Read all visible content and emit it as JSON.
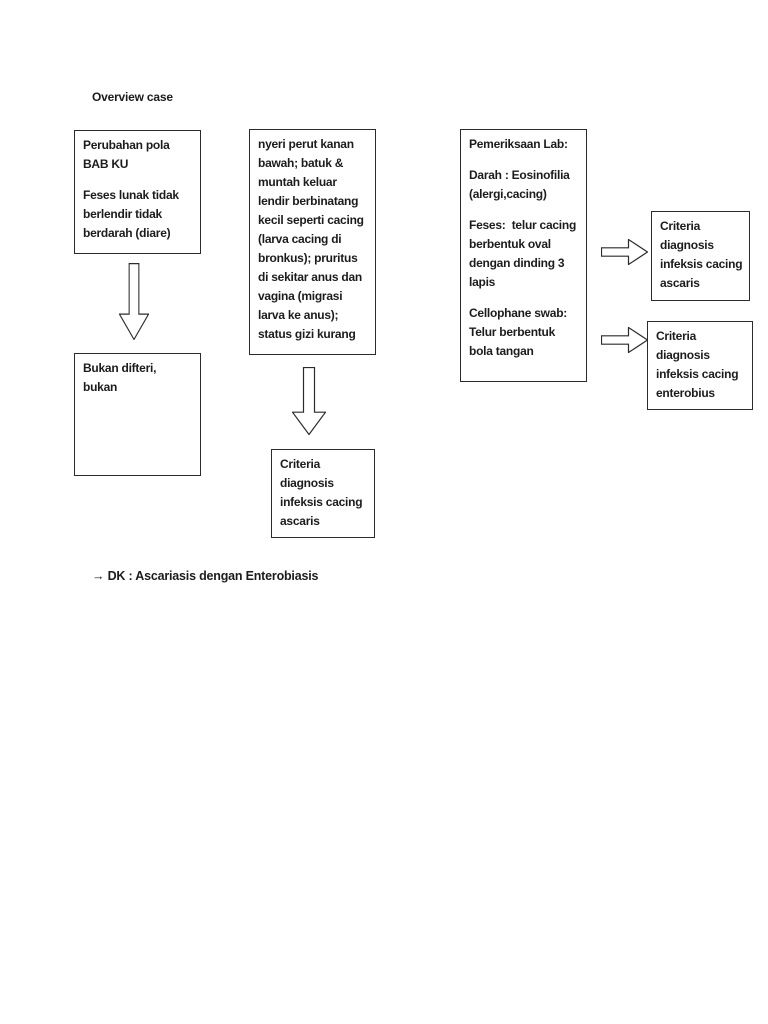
{
  "page": {
    "heading": "Overview case",
    "conclusion": "→ DK : Ascariasis dengan Enterobiasis"
  },
  "boxes": {
    "symptoms_bab": {
      "p1": "Perubahan pola\nBAB KU",
      "p2": "Feses lunak tidak\nberlendir tidak\nberdarah (diare)"
    },
    "not_diphtheria": {
      "p1": "Bukan difteri,\nbukan"
    },
    "symptoms_detail": {
      "p1": "nyeri perut kanan\nbawah; batuk &\nmuntah keluar\nlendir berbinatang\nkecil seperti cacing\n(larva cacing di\nbronkus); pruritus\ndi sekitar anus dan\nvagina (migrasi\nlarva ke anus);\nstatus gizi kurang"
    },
    "criteria_ascaris_mid": {
      "p1": "Criteria\ndiagnosis\ninfeksis cacing\nascaris"
    },
    "lab": {
      "p1": "Pemeriksaan Lab:",
      "p2": "Darah : Eosinofilia\n(alergi,cacing)",
      "p3": "Feses:  telur cacing\nberbentuk oval\ndengan dinding 3\nlapis",
      "p4": "Cellophane swab:\nTelur berbentuk\nbola tangan"
    },
    "criteria_ascaris_right": {
      "p1": "Criteria\ndiagnosis\ninfeksis cacing\nascaris"
    },
    "criteria_enterobius": {
      "p1": "Criteria\ndiagnosis\ninfeksis cacing\nenterobius"
    }
  },
  "colors": {
    "ink": "#1c1c1c",
    "border": "#2b2b2b",
    "background": "#ffffff"
  }
}
